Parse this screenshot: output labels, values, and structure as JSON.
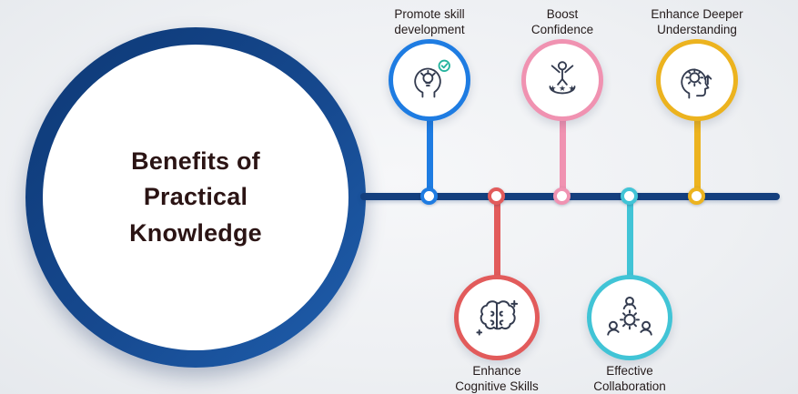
{
  "title": {
    "lines": [
      "Benefits of",
      "Practical",
      "Knowledge"
    ]
  },
  "items": [
    {
      "id": "promote-skill-development",
      "label_lines": [
        "Promote skill",
        "development"
      ],
      "color": "#1e7ce2",
      "side": "top",
      "icon": "head-lightbulb-icon"
    },
    {
      "id": "boost-confidence",
      "label_lines": [
        "Boost",
        "Confidence"
      ],
      "color": "#f092b1",
      "side": "top",
      "icon": "person-stars-icon"
    },
    {
      "id": "enhance-deeper-understanding",
      "label_lines": [
        "Enhance Deeper",
        "Understanding"
      ],
      "color": "#ecb31f",
      "side": "top",
      "icon": "head-gear-icon"
    },
    {
      "id": "enhance-cognitive-skills",
      "label_lines": [
        "Enhance",
        "Cognitive Skills"
      ],
      "color": "#e25b5b",
      "side": "bottom",
      "icon": "brain-icon"
    },
    {
      "id": "effective-collaboration",
      "label_lines": [
        "Effective",
        "Collaboration"
      ],
      "color": "#41c4d6",
      "side": "bottom",
      "icon": "people-gear-icon"
    }
  ],
  "icons": {
    "stars": "★ ★ ★"
  },
  "colors": {
    "background": "#eff1f4",
    "timeline": "#143f7e",
    "main_circle_ring": "#16498f",
    "text": "#2a1717"
  }
}
